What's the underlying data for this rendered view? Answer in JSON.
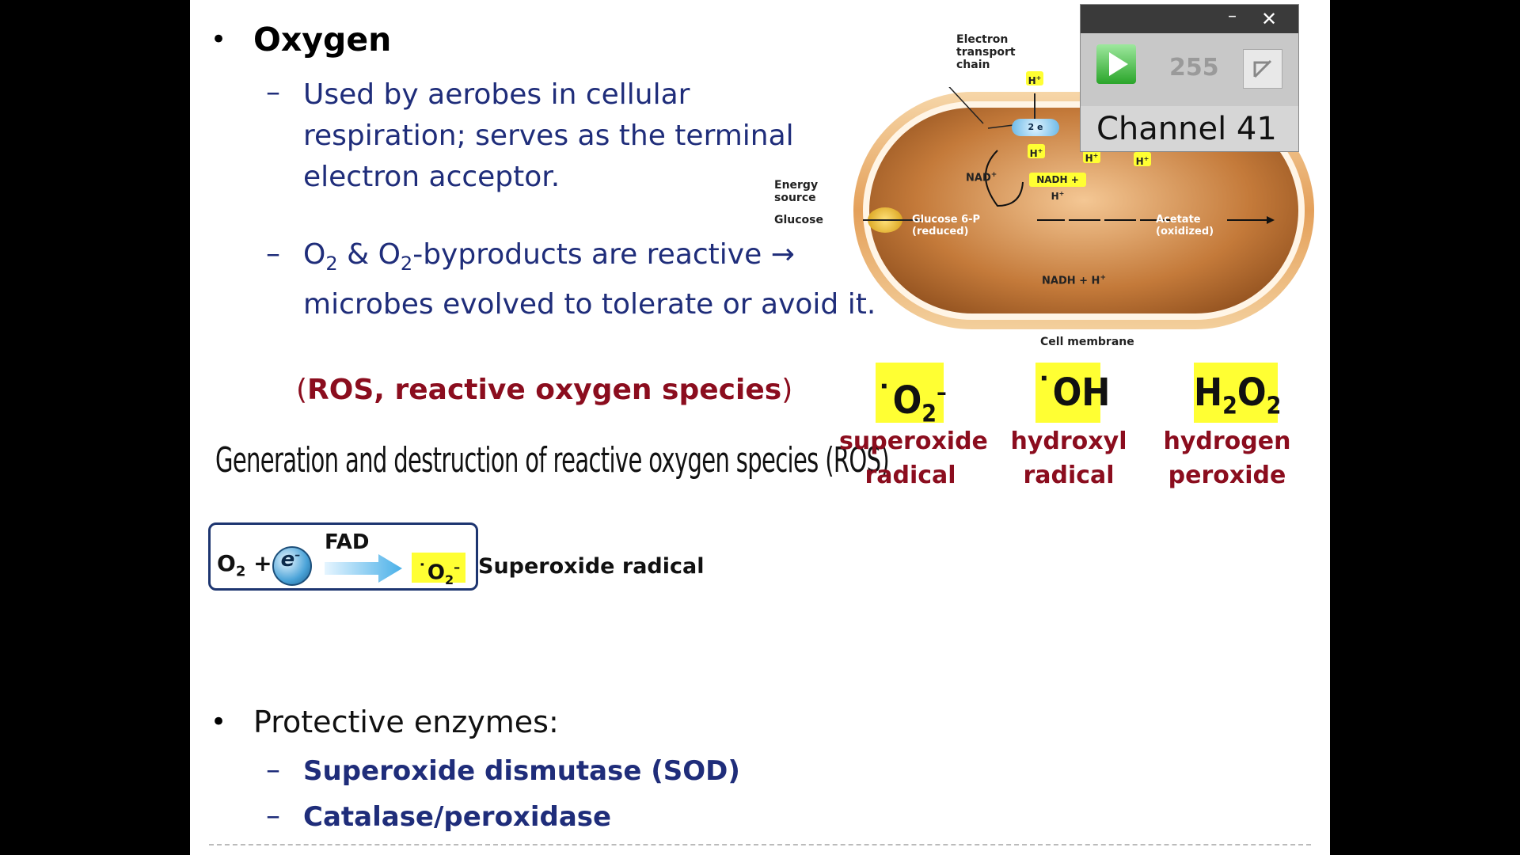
{
  "slide": {
    "heading": "Oxygen",
    "points": [
      "Used by aerobes in cellular",
      "respiration; serves as the  terminal",
      "electron acceptor."
    ],
    "byproducts_line1_parts": [
      "O",
      "2",
      " & O",
      "2",
      "-byproducts are reactive ",
      "→"
    ],
    "byproducts_line2": "microbes evolved to tolerate or avoid it.",
    "ros_open": "(",
    "ros_text": "ROS, reactive oxygen species",
    "ros_close": ")",
    "generation_title": "Generation and destruction of reactive oxygen species (ROS)",
    "species": [
      {
        "formula_parts": [
          "˙O",
          "2",
          "–"
        ],
        "name_line1": "superoxide",
        "name_line2": "radical"
      },
      {
        "formula_parts": [
          "˙OH"
        ],
        "name_line1": "hydroxyl",
        "name_line2": "radical"
      },
      {
        "formula_parts": [
          "H",
          "2",
          "O",
          "2"
        ],
        "name_line1": "hydrogen",
        "name_line2": "peroxide"
      }
    ],
    "reaction": {
      "o2": "O",
      "o2_sub": "2",
      "plus": "+",
      "electron": "e",
      "electron_sup": "–",
      "cofactor": "FAD",
      "product": "˙O",
      "product_sub": "2",
      "product_sup": "–",
      "product_label": "Superoxide radical"
    },
    "protective_heading": "Protective enzymes:",
    "enzymes": [
      "Superoxide dismutase (SOD)",
      "Catalase/peroxidase"
    ],
    "bullet_symbol": "•",
    "dash_symbol": "–"
  },
  "diagram": {
    "etc_label": [
      "Electron",
      "transport",
      "chain"
    ],
    "energy_label": [
      "Energy",
      "source"
    ],
    "glucose": "Glucose",
    "glucose6p": [
      "Glucose 6-P",
      "(reduced)"
    ],
    "acetate": [
      "Acetate",
      "(oxidized)"
    ],
    "nad": "NAD",
    "nad_sup": "+",
    "nadh_top": "NADH + H",
    "nadh_bottom": "NADH + H",
    "h_plus": "H",
    "plus": "+",
    "electron_badge": "2 e",
    "cell_membrane": "Cell membrane"
  },
  "overlay": {
    "counter": "255",
    "channel": "Channel 41",
    "minimize_glyph": "–",
    "close_glyph": "✕"
  }
}
